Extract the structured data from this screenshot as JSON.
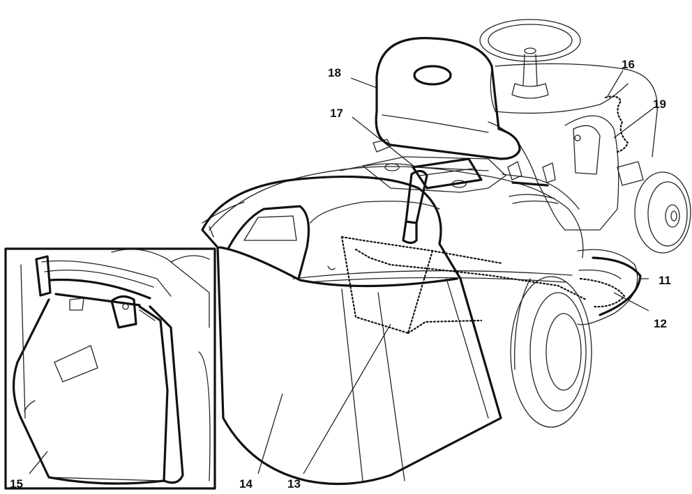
{
  "diagram": {
    "callouts": [
      {
        "id": "11",
        "label": "11"
      },
      {
        "id": "12",
        "label": "12"
      },
      {
        "id": "13",
        "label": "13"
      },
      {
        "id": "14",
        "label": "14"
      },
      {
        "id": "15",
        "label": "15"
      },
      {
        "id": "16",
        "label": "16"
      },
      {
        "id": "17",
        "label": "17"
      },
      {
        "id": "18",
        "label": "18"
      },
      {
        "id": "19",
        "label": "19"
      }
    ]
  },
  "colors": {
    "line": "#111111",
    "background": "#ffffff"
  }
}
